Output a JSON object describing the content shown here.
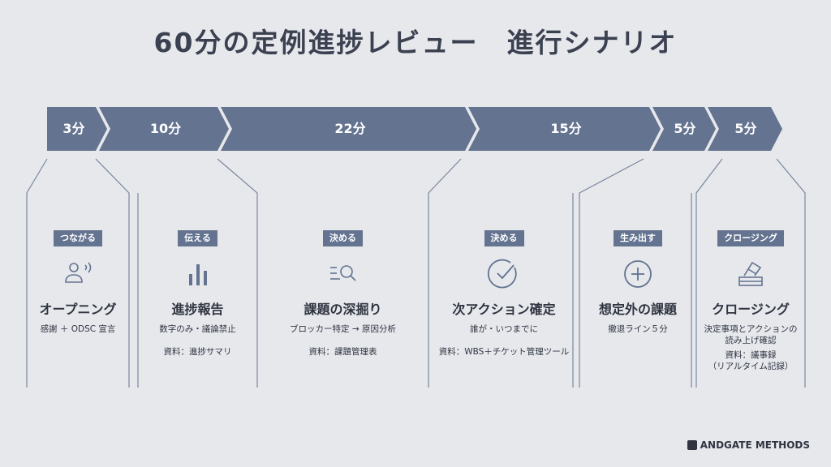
{
  "title": "60分の定例進捗レビュー　進行シナリオ",
  "colors": {
    "accent": "#637390",
    "background": "#e6e8ec",
    "text": "#2f3440"
  },
  "timeline": [
    {
      "label": "3分"
    },
    {
      "label": "10分"
    },
    {
      "label": "22分"
    },
    {
      "label": "15分"
    },
    {
      "label": "5分"
    },
    {
      "label": "5分"
    }
  ],
  "phases": [
    {
      "tag": "つながる",
      "icon": "person-speaking-icon",
      "title": "オープニング",
      "subtitle": "感謝 ＋ ODSC 宣言",
      "resource": ""
    },
    {
      "tag": "伝える",
      "icon": "bar-chart-icon",
      "title": "進捗報告",
      "subtitle": "数字のみ・議論禁止",
      "resource": "資料：進捗サマリ"
    },
    {
      "tag": "決める",
      "icon": "search-list-icon",
      "title": "課題の深掘り",
      "subtitle": "ブロッカー特定 → 原因分析",
      "resource": "資料：課題管理表"
    },
    {
      "tag": "決める",
      "icon": "check-circle-icon",
      "title": "次アクション確定",
      "subtitle": "誰が・いつまでに",
      "resource": "資料：WBS＋チケット管理ツール"
    },
    {
      "tag": "生み出す",
      "icon": "plus-circle-icon",
      "title": "想定外の課題",
      "subtitle": "撤退ライン５分",
      "resource": ""
    },
    {
      "tag": "クロージング",
      "icon": "eraser-icon",
      "title": "クロージング",
      "subtitle": "決定事項とアクションの\n読み上げ確認",
      "resource": "資料：議事録\n（リアルタイム記録）"
    }
  ],
  "brand": "ANDGATE METHODS"
}
